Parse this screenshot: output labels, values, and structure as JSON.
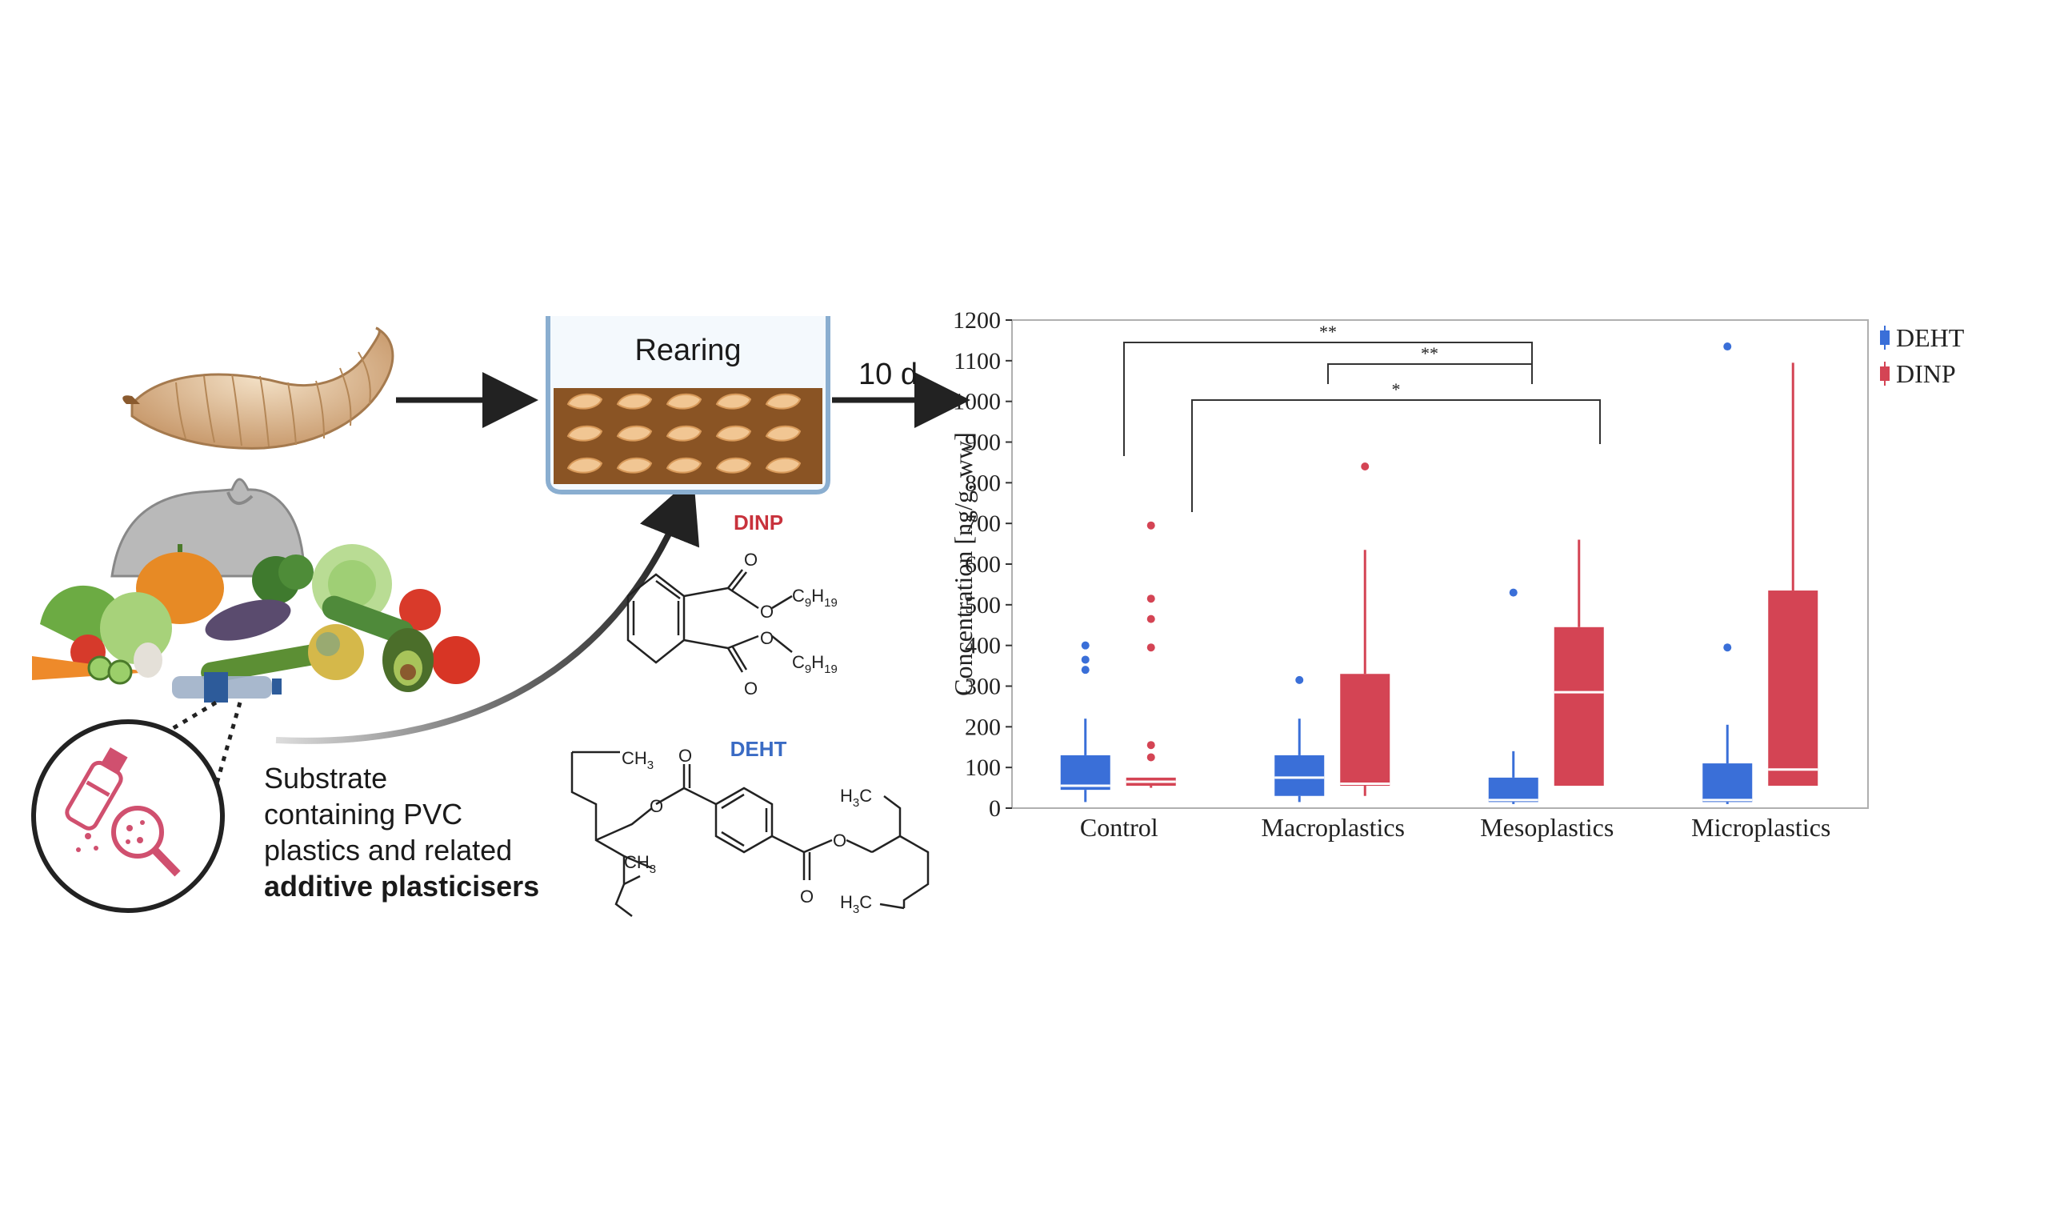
{
  "rearing_label": "Rearing",
  "duration_label": "10 d",
  "substrate_text": {
    "line1": "Substrate",
    "line2": "containing PVC",
    "line3": "plastics and related",
    "line4_bold": "additive plasticisers"
  },
  "dinp": {
    "name": "DINP",
    "sub1_main": "O",
    "sub_chain1": "C9H19",
    "sub_chain2": "C9H19",
    "c_h": "C",
    "c_sub_h": "9",
    "h": "H",
    "h_sub": "19",
    "o_top": "O",
    "o_bottom": "O",
    "o_ester_top": "O",
    "o_ester_bottom": "O"
  },
  "deht": {
    "name": "DEHT",
    "ch3_label": "CH",
    "ch3_sub": "3",
    "h3c_label_pre": "H",
    "h3c_sub": "3",
    "h3c_label_post": "C",
    "o_label": "O"
  },
  "colors": {
    "deht": "#3a6fd8",
    "dinp": "#d44454",
    "dinp_label": "#c8323c",
    "deht_label": "#3a6bc4",
    "arrow": "#222222"
  },
  "chart_data": {
    "type": "box",
    "categories": [
      "Control",
      "Macroplastics",
      "Mesoplastics",
      "Microplastics"
    ],
    "ylabel": "Concentration [ng/g, ww]",
    "ylim": [
      0,
      1200
    ],
    "yticks": [
      0,
      100,
      200,
      300,
      400,
      500,
      600,
      700,
      800,
      900,
      1000,
      1100,
      1200
    ],
    "legend_position": "right",
    "series": [
      {
        "name": "DEHT",
        "boxes": [
          {
            "q1": 45,
            "median": 55,
            "q3": 130,
            "low": 15,
            "high": 220,
            "outliers": [
              340,
              365,
              400
            ]
          },
          {
            "q1": 30,
            "median": 75,
            "q3": 130,
            "low": 15,
            "high": 220,
            "outliers": [
              315
            ]
          },
          {
            "q1": 15,
            "median": 20,
            "q3": 75,
            "low": 10,
            "high": 140,
            "outliers": [
              530
            ]
          },
          {
            "q1": 15,
            "median": 20,
            "q3": 110,
            "low": 10,
            "high": 205,
            "outliers": [
              395,
              1135
            ]
          }
        ]
      },
      {
        "name": "DINP",
        "boxes": [
          {
            "q1": 55,
            "median": 65,
            "q3": 75,
            "low": 50,
            "high": 75,
            "outliers": [
              125,
              155,
              395,
              465,
              515,
              695
            ]
          },
          {
            "q1": 55,
            "median": 60,
            "q3": 330,
            "low": 30,
            "high": 635,
            "outliers": [
              840
            ]
          },
          {
            "q1": 55,
            "median": 285,
            "q3": 445,
            "low": 55,
            "high": 660,
            "outliers": []
          },
          {
            "q1": 55,
            "median": 95,
            "q3": 535,
            "low": 55,
            "high": 1095,
            "outliers": []
          }
        ]
      }
    ],
    "significance": [
      {
        "label": "**"
      },
      {
        "label": "**"
      },
      {
        "label": "*"
      }
    ]
  }
}
